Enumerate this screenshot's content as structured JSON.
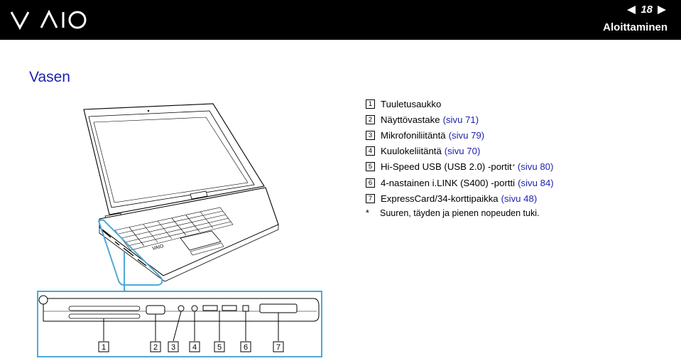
{
  "header": {
    "logo_text": "VAIO",
    "page_number": "18",
    "section": "Aloittaminen"
  },
  "page_title": "Vasen",
  "items": [
    {
      "num": "1",
      "text": "Tuuletusaukko",
      "link": "",
      "sup": ""
    },
    {
      "num": "2",
      "text": "Näyttövastake",
      "link": "(sivu 71)",
      "sup": ""
    },
    {
      "num": "3",
      "text": "Mikrofoniliitäntä",
      "link": "(sivu 79)",
      "sup": ""
    },
    {
      "num": "4",
      "text": "Kuulokeliitäntä",
      "link": "(sivu 70)",
      "sup": ""
    },
    {
      "num": "5",
      "text": "Hi-Speed USB (USB 2.0) -portit",
      "link": "(sivu 80)",
      "sup": "*"
    },
    {
      "num": "6",
      "text": "4-nastainen i.LINK (S400) -portti",
      "link": "(sivu 84)",
      "sup": ""
    },
    {
      "num": "7",
      "text": "ExpressCard/34-korttipaikka",
      "link": "(sivu 48)",
      "sup": ""
    }
  ],
  "footnote": {
    "mark": "*",
    "text": "Suuren, täyden ja pienen nopeuden tuki."
  },
  "callouts": [
    "1",
    "2",
    "3",
    "4",
    "5",
    "6",
    "7"
  ],
  "colors": {
    "header_bg": "#000000",
    "link": "#1f1fb0",
    "accent_frame": "#4fa9d6"
  }
}
